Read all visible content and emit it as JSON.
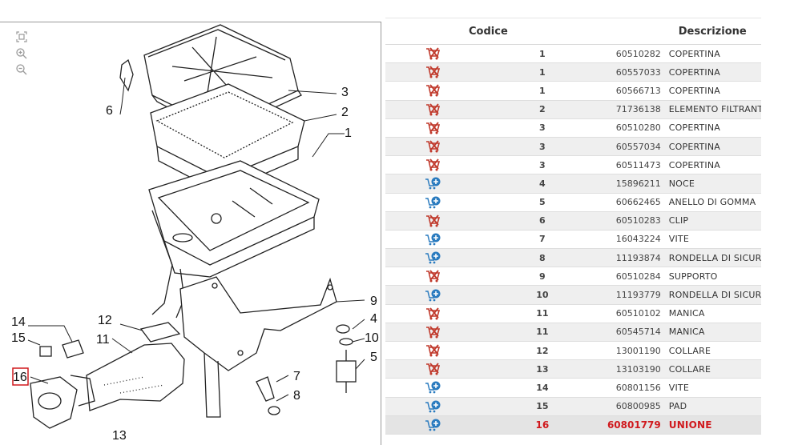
{
  "diagram": {
    "tools": [
      "fit-icon",
      "zoom-in-icon",
      "zoom-out-icon"
    ],
    "callouts": [
      "1",
      "2",
      "3",
      "4",
      "5",
      "6",
      "7",
      "8",
      "9",
      "10",
      "11",
      "12",
      "13",
      "14",
      "15",
      "16"
    ],
    "highlighted_callout": "16"
  },
  "table": {
    "headers": {
      "code": "Codice",
      "description": "Descrizione"
    },
    "rows": [
      {
        "icon": "cart-remove-icon",
        "num": "1",
        "code": "60510282",
        "desc": "COPERTINA"
      },
      {
        "icon": "cart-remove-icon",
        "num": "1",
        "code": "60557033",
        "desc": "COPERTINA"
      },
      {
        "icon": "cart-remove-icon",
        "num": "1",
        "code": "60566713",
        "desc": "COPERTINA"
      },
      {
        "icon": "cart-remove-icon",
        "num": "2",
        "code": "71736138",
        "desc": "ELEMENTO FILTRANTE"
      },
      {
        "icon": "cart-remove-icon",
        "num": "3",
        "code": "60510280",
        "desc": "COPERTINA"
      },
      {
        "icon": "cart-remove-icon",
        "num": "3",
        "code": "60557034",
        "desc": "COPERTINA"
      },
      {
        "icon": "cart-remove-icon",
        "num": "3",
        "code": "60511473",
        "desc": "COPERTINA"
      },
      {
        "icon": "cart-add-icon",
        "num": "4",
        "code": "15896211",
        "desc": "NOCE"
      },
      {
        "icon": "cart-add-icon",
        "num": "5",
        "code": "60662465",
        "desc": "ANELLO DI GOMMA"
      },
      {
        "icon": "cart-remove-icon",
        "num": "6",
        "code": "60510283",
        "desc": "CLIP"
      },
      {
        "icon": "cart-add-icon",
        "num": "7",
        "code": "16043224",
        "desc": "VITE"
      },
      {
        "icon": "cart-add-icon",
        "num": "8",
        "code": "11193874",
        "desc": "RONDELLA DI SICUREZZA"
      },
      {
        "icon": "cart-remove-icon",
        "num": "9",
        "code": "60510284",
        "desc": "SUPPORTO"
      },
      {
        "icon": "cart-add-icon",
        "num": "10",
        "code": "11193779",
        "desc": "RONDELLA DI SICUREZZA"
      },
      {
        "icon": "cart-remove-icon",
        "num": "11",
        "code": "60510102",
        "desc": "MANICA"
      },
      {
        "icon": "cart-remove-icon",
        "num": "11",
        "code": "60545714",
        "desc": "MANICA"
      },
      {
        "icon": "cart-remove-icon",
        "num": "12",
        "code": "13001190",
        "desc": "COLLARE"
      },
      {
        "icon": "cart-remove-icon",
        "num": "13",
        "code": "13103190",
        "desc": "COLLARE"
      },
      {
        "icon": "cart-add-icon",
        "num": "14",
        "code": "60801156",
        "desc": "VITE"
      },
      {
        "icon": "cart-add-icon",
        "num": "15",
        "code": "60800985",
        "desc": "PAD"
      },
      {
        "icon": "cart-add-icon",
        "num": "16",
        "code": "60801779",
        "desc": "UNIONE",
        "selected": true
      }
    ]
  },
  "colors": {
    "selected_text": "#d0191d",
    "cart_remove": "#c0392b",
    "cart_add": "#2a7bbf"
  }
}
